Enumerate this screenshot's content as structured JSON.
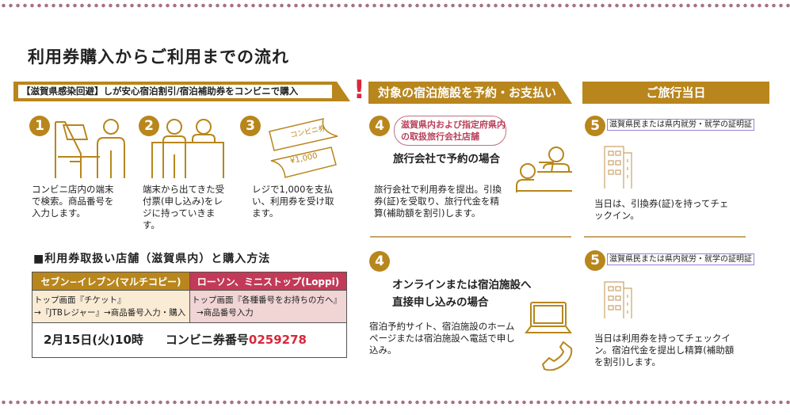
{
  "title": "利用券購入からご利用までの流れ",
  "banner_purchase": "【滋賀県感染回避】しが安心宿泊割引/宿泊補助券をコンビニで購入",
  "exclamation": "!",
  "banner_reserve": "対象の宿泊施設を予約・お支払い",
  "banner_travel_day": "ご旅行当日",
  "steps": [
    {
      "num": "1",
      "text": "コンビニ店内の端末で検索。商品番号を入力します。"
    },
    {
      "num": "2",
      "text": "端末から出てきた受付票(申し込み)をレジに持っていきます。"
    },
    {
      "num": "3",
      "text": "レジで1,000を支払い、利用券を受け取ます。",
      "ticket_label": "コンビニ券",
      "ticket_price": "¥1,000"
    }
  ],
  "stores": {
    "heading": "■利用券取扱い店舗（滋賀県内）と購入方法",
    "col1_header": "セブン−イレブン(マルチコピー)",
    "col2_header": "ローソン、ミニストップ(Loppi)",
    "col1_line1": "トップ画面『チケット』",
    "col1_line2": "→『JTBレジャー』→商品番号入力・購入",
    "col2_line1": "トップ画面『各種番号をお持ちの方へ』",
    "col2_line2": "→商品番号入力",
    "date": "2月15日(火)10時",
    "code_label": "コンビニ券番号",
    "code": "0259278"
  },
  "step4a": {
    "num": "4",
    "pill": "滋賀県内および指定府県内の取扱旅行会社店舗",
    "heading": "旅行会社で予約の場合",
    "text": "旅行会社で利用券を提出。引換券(証)を受取り、旅行代金を精算(補助額を割引)します。"
  },
  "step5a": {
    "num": "5",
    "cert": "滋賀県民または県内就労・就学の証明証",
    "text": "当日は、引換券(証)を持ってチェックイン。"
  },
  "step4b": {
    "num": "4",
    "heading_line1": "オンラインまたは宿泊施設へ",
    "heading_line2": "直接申し込みの場合",
    "text": "宿泊予約サイト、宿泊施設のホームページまたは宿泊施設へ電話で申し込み。"
  },
  "step5b": {
    "num": "5",
    "cert": "滋賀県民または県内就労・就学の証明証",
    "text": "当日は利用券を持ってチェックイン。宿泊代金を提出し精算(補助額を割引)します。"
  },
  "colors": {
    "gold": "#b8861c",
    "pink": "#c23a57",
    "red": "#d8283c"
  }
}
